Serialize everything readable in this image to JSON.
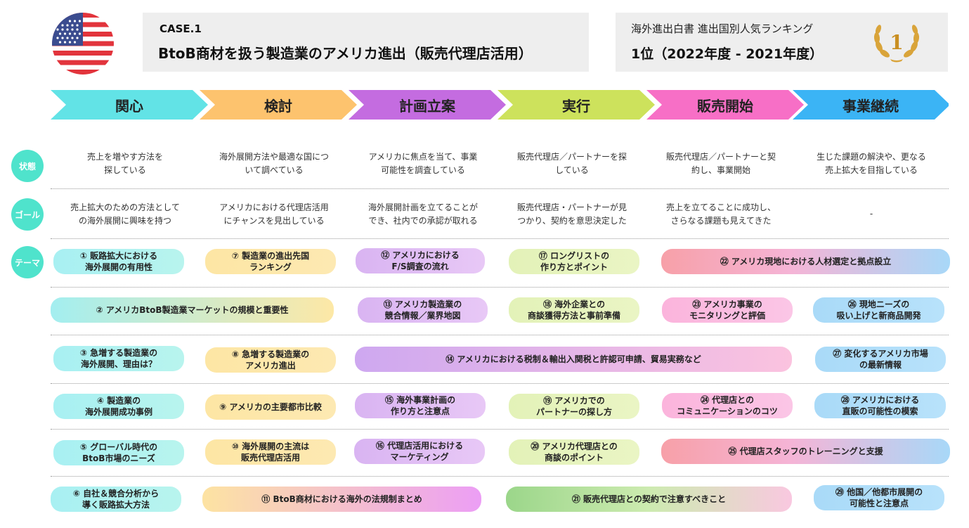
{
  "header": {
    "case_label": "CASE.1",
    "case_title": "BtoB商材を扱う製造業のアメリカ進出（販売代理店活用）",
    "ranking_label": "海外進出白書 進出国別人気ランキング",
    "ranking_value": "1位（2022年度 - 2021年度）",
    "laurel_number": "1"
  },
  "stages": [
    "関心",
    "検討",
    "計画立案",
    "実行",
    "販売開始",
    "事業継続"
  ],
  "colors": {
    "stage_1": "#62e3e6",
    "stage_2": "#fdc36e",
    "stage_3": "#c46ce0",
    "stage_4": "#cde25c",
    "stage_5": "#f76fc6",
    "stage_6": "#3bb4f5",
    "row_label": "#4fe3cc"
  },
  "row_labels": {
    "status": "状態",
    "goal": "ゴール",
    "theme": "テーマ"
  },
  "status": [
    "売上を増やす方法を\n探している",
    "海外展開方法や最適な国につ\nいて調べている",
    "アメリカに焦点を当て、事業\n可能性を調査している",
    "販売代理店／パートナーを探\nしている",
    "販売代理店／パートナーと契\n約し、事業開始",
    "生じた課題の解決や、更なる\n売上拡大を目指している"
  ],
  "goal": [
    "売上拡大のための方法として\nの海外展開に興味を持つ",
    "アメリカにおける代理店活用\nにチャンスを見出している",
    "海外展開計画を立てることが\nでき、社内での承認が取れる",
    "販売代理店・パートナーが見\nつかり、契約を意思決定した",
    "売上を立てることに成功し、\nさらなる課題も見えてきた",
    "-"
  ],
  "themes": {
    "t1": "① 販路拡大における\n海外展開の有用性",
    "t2": "② アメリカBtoB製造業マーケットの規模と重要性",
    "t3": "③ 急増する製造業の\n海外展開、理由は？",
    "t4": "④ 製造業の\n海外展開成功事例",
    "t5": "⑤ グローバル時代の\nBtoB市場のニーズ",
    "t6": "⑥ 自社＆競合分析から\n導く販路拡大方法",
    "t7": "⑦ 製造業の進出先国\nランキング",
    "t8": "⑧ 急増する製造業の\nアメリカ進出",
    "t9": "⑨ アメリカの主要都市比較",
    "t10": "⑩ 海外展開の主流は\n販売代理店活用",
    "t11": "⑪ BtoB商材における海外の法規制まとめ",
    "t12": "⑫ アメリカにおける\nF/S調査の流れ",
    "t13": "⑬ アメリカ製造業の\n競合情報／業界地図",
    "t14": "⑭ アメリカにおける税制＆輸出入関税と許認可申請、貿易実務など",
    "t15": "⑮ 海外事業計画の\n作り方と注意点",
    "t16": "⑯ 代理店活用における\nマーケティング",
    "t17": "⑰ ロングリストの\n作り方とポイント",
    "t18": "⑱ 海外企業との\n商談獲得方法と事前準備",
    "t19": "⑲ アメリカでの\nパートナーの探し方",
    "t20": "⑳ アメリカ代理店との\n商談のポイント",
    "t21": "㉑ 販売代理店との契約で注意すべきこと",
    "t22": "㉒ アメリカ現地における人材選定と拠点設立",
    "t23": "㉓ アメリカ事業の\nモニタリングと評価",
    "t24": "㉔ 代理店との\nコミュニケーションのコツ",
    "t25": "㉕ 代理店スタッフのトレーニングと支援",
    "t26": "㉖ 現地ニーズの\n吸い上げと新商品開発",
    "t27": "㉗ 変化するアメリカ市場\nの最新情報",
    "t28": "㉘ アメリカにおける\n直販の可能性の模索",
    "t29": "㉙ 他国／他都市展開の\n可能性と注意点"
  }
}
